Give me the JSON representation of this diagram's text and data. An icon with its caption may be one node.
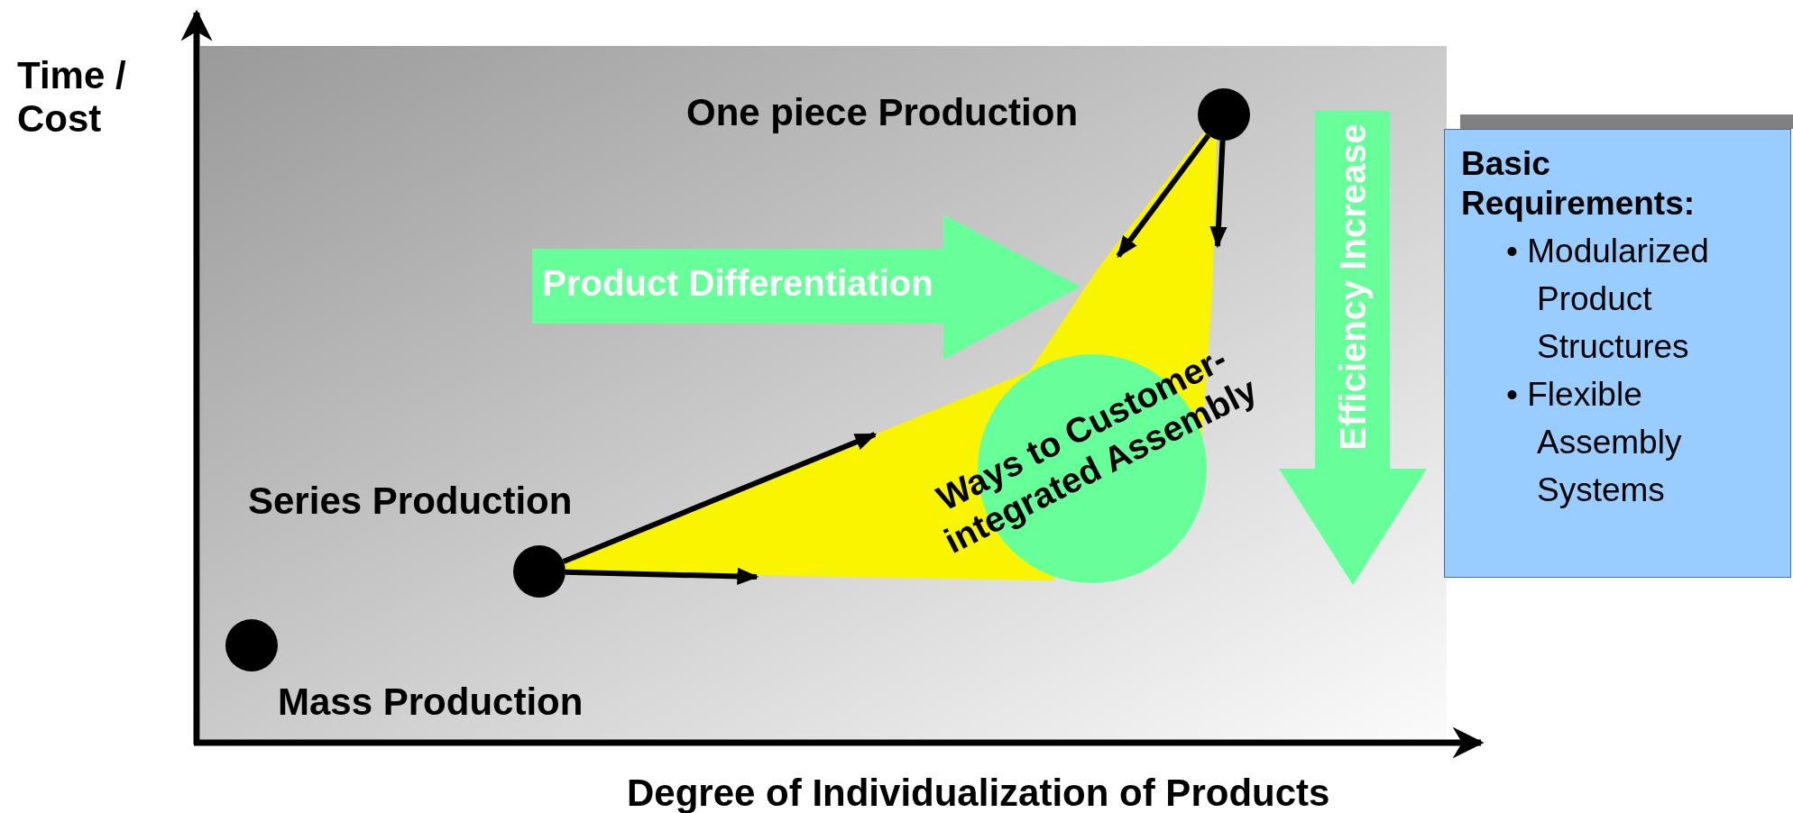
{
  "diagram": {
    "nodes": [
      {
        "text": [
          "Mass Production"
        ]
      },
      {
        "text": [
          "Series Production"
        ]
      },
      {
        "text": [
          "One piece Production"
        ]
      },
      {
        "text": [
          "Basic Requirements:",
          "• Modularized Product Structures",
          "• Flexible Assembly Systems"
        ]
      },
      {
        "text": [],
        "shape": "circle"
      }
    ],
    "edges": [
      {
        "from": 1,
        "to": null,
        "arrow": "to"
      },
      {
        "from": 1,
        "to": null,
        "arrow": "to"
      },
      {
        "from": 2,
        "to": null,
        "arrow": "to"
      },
      {
        "from": 2,
        "to": null,
        "arrow": "to"
      }
    ],
    "labels": [
      "Time / Cost",
      "Product Differentiation",
      "Ways to Customer-integrated Assembly",
      "Efficiency Increase",
      "Degree of Individualization of Products"
    ]
  }
}
